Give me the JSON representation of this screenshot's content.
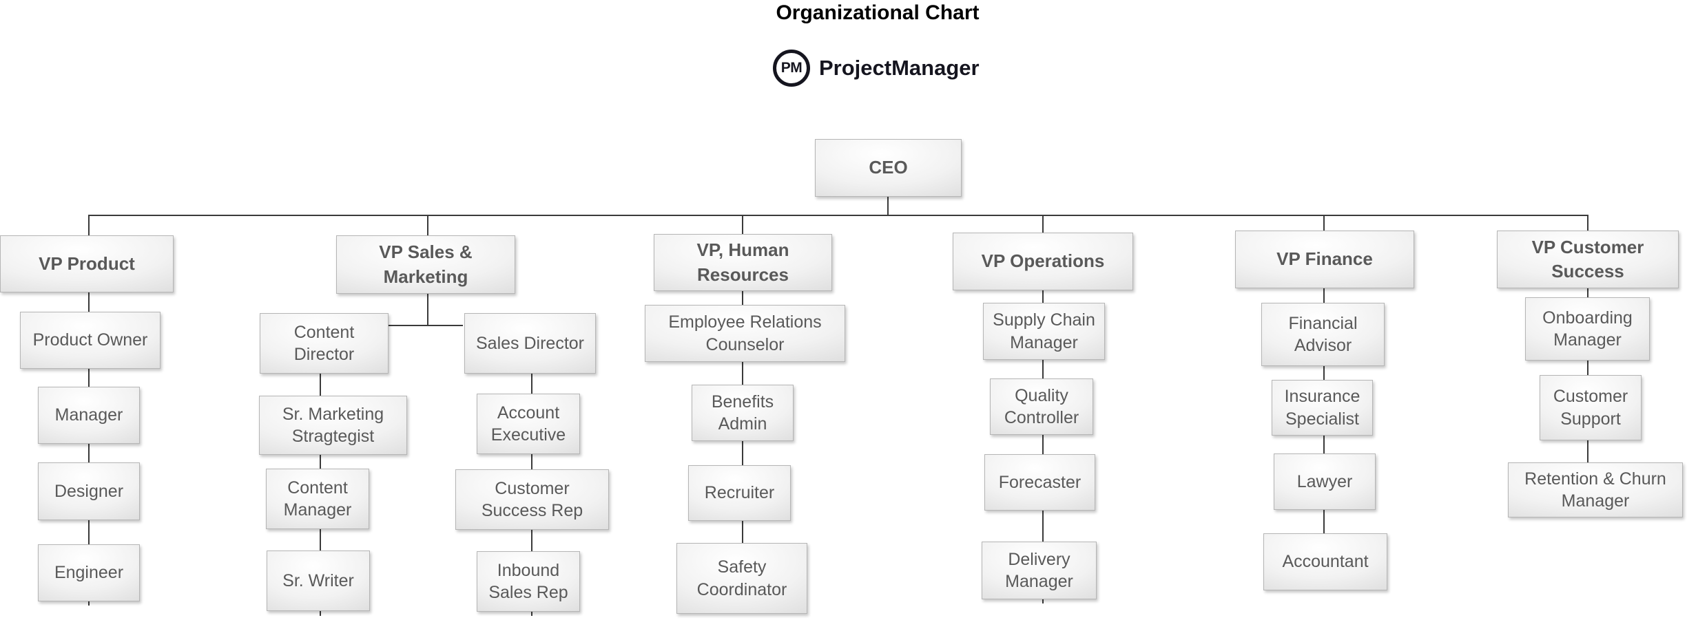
{
  "title": "Organizational Chart",
  "brand": {
    "monogram": "PM",
    "name": "ProjectManager"
  },
  "org": {
    "ceo": "CEO",
    "columns": [
      {
        "vp": "VP Product",
        "reports": [
          "Product Owner",
          "Manager",
          "Designer",
          "Engineer"
        ]
      },
      {
        "vp": "VP Sales &\nMarketing",
        "branches": [
          {
            "head": "Content\nDirector",
            "reports": [
              "Sr. Marketing\nStragtegist",
              "Content\nManager",
              "Sr. Writer"
            ]
          },
          {
            "head": "Sales Director",
            "reports": [
              "Account\nExecutive",
              "Customer\nSuccess Rep",
              "Inbound\nSales Rep"
            ]
          }
        ]
      },
      {
        "vp": "VP, Human\nResources",
        "reports": [
          "Employee Relations\nCounselor",
          "Benefits\nAdmin",
          "Recruiter",
          "Safety\nCoordinator"
        ]
      },
      {
        "vp": "VP Operations",
        "reports": [
          "Supply Chain\nManager",
          "Quality\nController",
          "Forecaster",
          "Delivery\nManager"
        ]
      },
      {
        "vp": "VP Finance",
        "reports": [
          "Financial\nAdvisor",
          "Insurance\nSpecialist",
          "Lawyer",
          "Accountant"
        ]
      },
      {
        "vp": "VP Customer\nSuccess",
        "reports": [
          "Onboarding\nManager",
          "Customer\nSupport",
          "Retention & Churn\nManager"
        ]
      }
    ]
  },
  "colors": {
    "title_ink": "#000000",
    "brand_ink": "#15151f",
    "box_text": "#595959",
    "box_edge": "#b5b5b5",
    "box_light": "#ffffff",
    "box_dark": "#c3c3c3",
    "connector": "#3a3a3a"
  }
}
